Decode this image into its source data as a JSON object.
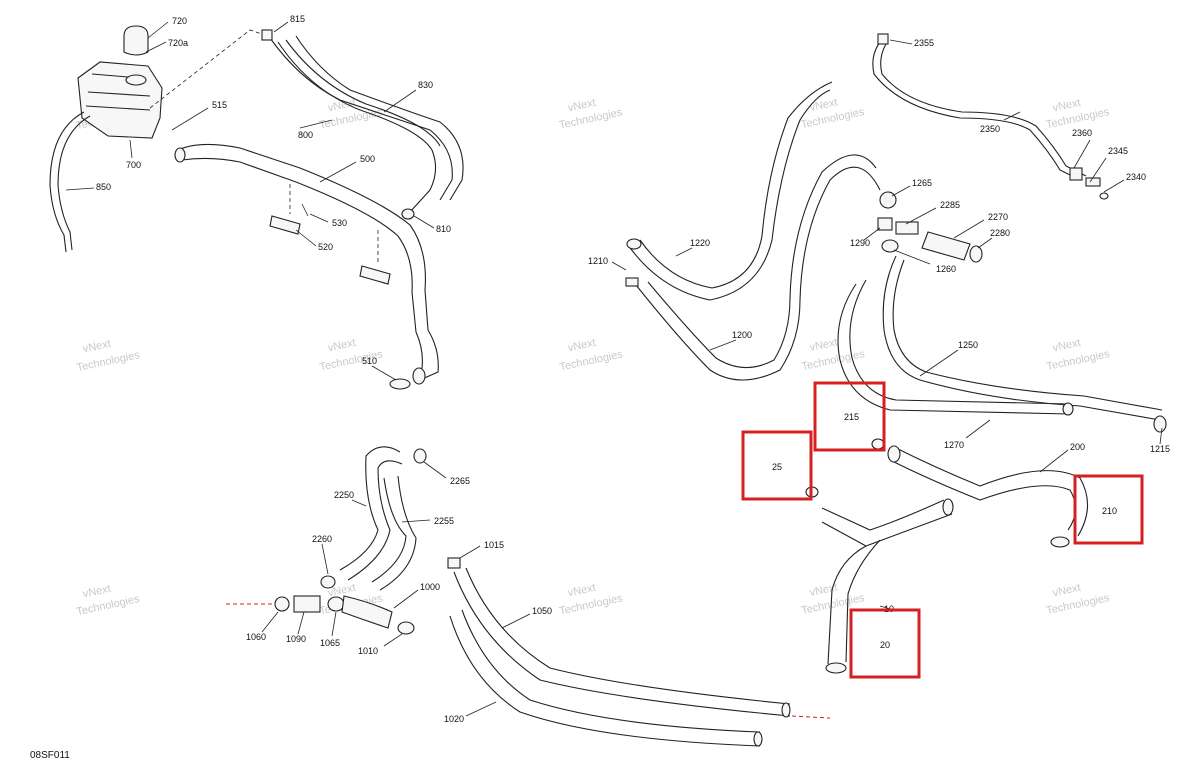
{
  "diagram_ref": "08SF011",
  "watermark_line1": "vNext",
  "watermark_line2": "Technologies",
  "callouts": {
    "c720": "720",
    "c720a": "720a",
    "c815": "815",
    "c830": "830",
    "c800": "800",
    "c515": "515",
    "c700": "700",
    "c850": "850",
    "c500": "500",
    "c530": "530",
    "c520": "520",
    "c810": "810",
    "c510": "510",
    "c2355": "2355",
    "c2350": "2350",
    "c2360": "2360",
    "c2345": "2345",
    "c2340": "2340",
    "c1265": "1265",
    "c2285": "2285",
    "c2270": "2270",
    "c2280": "2280",
    "c1290": "1290",
    "c1260": "1260",
    "c1220": "1220",
    "c1210": "1210",
    "c1200": "1200",
    "c1250": "1250",
    "c1270": "1270",
    "c1215": "1215",
    "c215": "215",
    "c200": "200",
    "c25": "25",
    "c210": "210",
    "c10": "10",
    "c20": "20",
    "c2265": "2265",
    "c2250": "2250",
    "c2255": "2255",
    "c2260": "2260",
    "c1015": "1015",
    "c1000": "1000",
    "c1060": "1060",
    "c1090": "1090",
    "c1065": "1065",
    "c1010": "1010",
    "c1050": "1050",
    "c1020": "1020"
  },
  "colors": {
    "highlight": "#d42020",
    "line": "#222222",
    "watermark": "#c9c9c9"
  }
}
